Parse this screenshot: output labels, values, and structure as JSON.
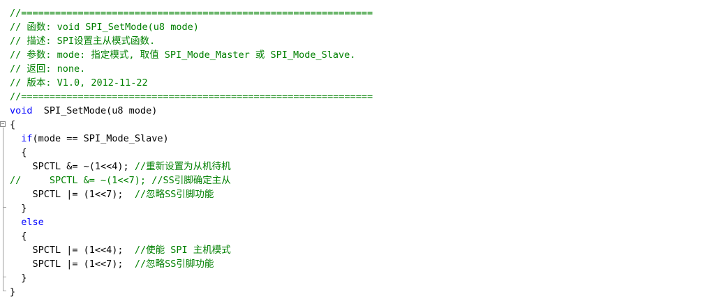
{
  "colors": {
    "comment": "#008000",
    "keyword": "#0000ff",
    "text": "#000000",
    "background": "#ffffff"
  },
  "code": {
    "l1": "//==============================================================",
    "l2": "// 函数: void SPI_SetMode(u8 mode)",
    "l3": "// 描述: SPI设置主从模式函数.",
    "l4": "// 参数: mode: 指定模式, 取值 SPI_Mode_Master 或 SPI_Mode_Slave.",
    "l5": "// 返回: none.",
    "l6": "// 版本: V1.0, 2012-11-22",
    "l7": "//==============================================================",
    "l8_kw": "void",
    "l8_rest": "  SPI_SetMode(u8 mode)",
    "l9": "{",
    "l10_kw": "if",
    "l10_rest": "(mode == SPI_Mode_Slave)",
    "l11": "{",
    "l12_code": "SPCTL &= ~(1<<4); ",
    "l12_cm": "//重新设置为从机待机",
    "l13": "//     SPCTL &= ~(1<<7); //SS引脚确定主从",
    "l14_code": "SPCTL |= (1<<7);  ",
    "l14_cm": "//忽略SS引脚功能",
    "l15": "}",
    "l16_kw": "else",
    "l17": "{",
    "l18_code": "SPCTL |= (1<<4);  ",
    "l18_cm": "//使能 SPI 主机模式",
    "l19_code": "SPCTL |= (1<<7);  ",
    "l19_cm": "//忽略SS引脚功能",
    "l20": "}",
    "l21": "}"
  },
  "icons": {
    "fold": "fold-minus-icon"
  }
}
